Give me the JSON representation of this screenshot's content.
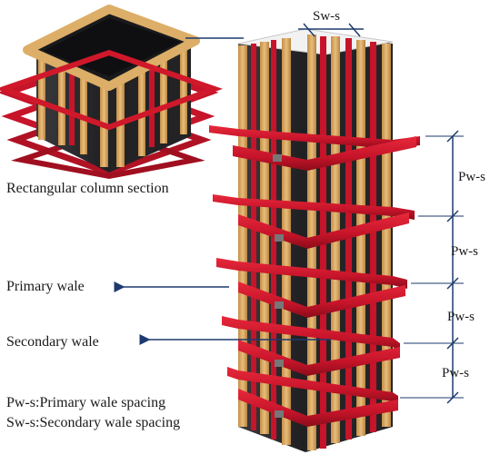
{
  "labels": {
    "section": "Rectangular column section",
    "primary_wale": "Primary wale",
    "secondary_wale": "Secondary wale",
    "sw_s": "Sw-s",
    "pw_s": [
      "Pw-s",
      "Pw-s",
      "Pw-s",
      "Pw-s"
    ]
  },
  "legend": {
    "pw": "Pw-s:Primary wale spacing",
    "sw": "Sw-s:Secondary wale spacing"
  },
  "colors": {
    "timber": "#d9a860",
    "timber_dark": "#b9863f",
    "steel_red": "#d0182b",
    "steel_dark": "#8e0d1a",
    "panel": "#2a2a2e",
    "dimension": "#1d3a6e"
  }
}
